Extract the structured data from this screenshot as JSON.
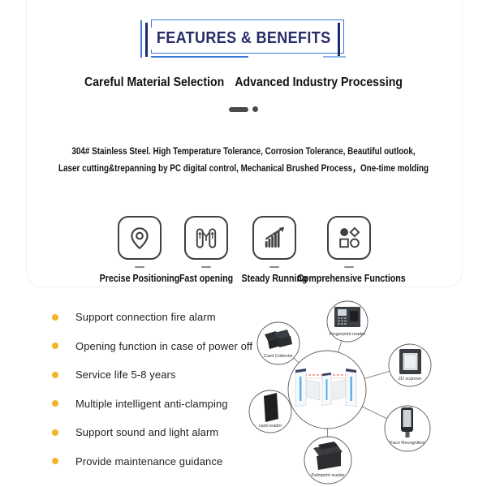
{
  "header": {
    "title": "FEATURES & BENEFITS"
  },
  "subtitle": {
    "part1": "Careful Material Selection",
    "part2": "Advanced Industry Processing"
  },
  "description": {
    "line1": "304# Stainless Steel.  High Temperature Tolerance, Corrosion Tolerance, Beautiful outlook,",
    "line2": "Laser cutting&trepanning by PC digital control, Mechanical Brushed Process，One-time molding"
  },
  "features": [
    {
      "icon": "location-pin-icon",
      "label": "Precise Positioning"
    },
    {
      "icon": "turnstile-icon",
      "label": "Fast opening"
    },
    {
      "icon": "growth-chart-icon",
      "label": "Steady Running"
    },
    {
      "icon": "shapes-icon",
      "label": "Comprehensive Functions"
    }
  ],
  "bullets": [
    "Support connection fire alarm",
    "Opening function in case of power off",
    "Service life 5-8 years",
    "Multiple intelligent anti-clamping",
    "Support sound and light alarm",
    "Provide maintenance guidance"
  ],
  "diagram": {
    "center_device": "Speed gate turnstile",
    "nodes": [
      {
        "label": "Fingerprint reader"
      },
      {
        "label": "Card Collector"
      },
      {
        "label": "2D scanner"
      },
      {
        "label": "card reader"
      },
      {
        "label": "Face Recognition"
      },
      {
        "label": "Palmprint reader"
      }
    ]
  },
  "colors": {
    "navy_title": "#272c66",
    "frame_blue": "#3c78d8",
    "frame_dark": "#1c2a72",
    "bullet_gold": "#f2b52a",
    "icon_dark": "#3f4043",
    "beam_red": "#e2584b",
    "led_blue": "#55aef0"
  }
}
